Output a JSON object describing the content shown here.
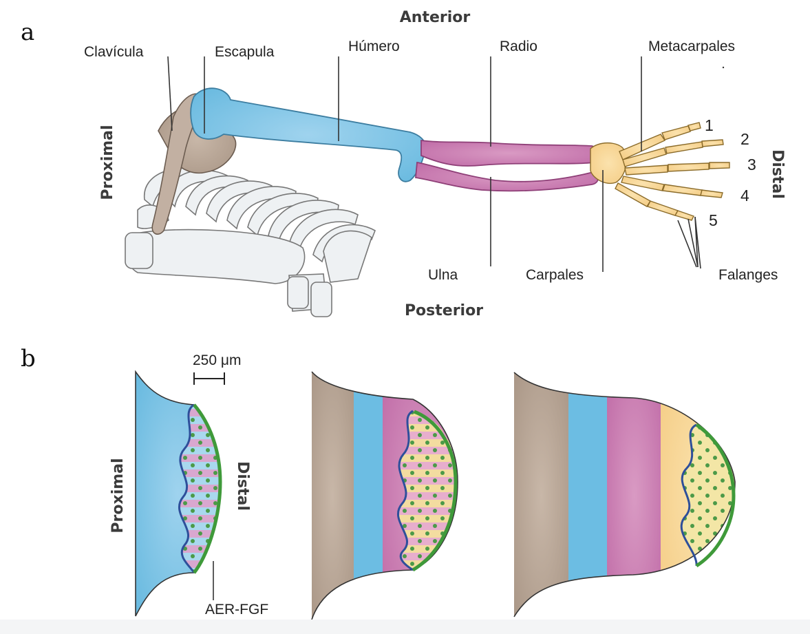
{
  "panel_a": {
    "letter": "a",
    "orientation": {
      "top": "Anterior",
      "bottom": "Posterior",
      "left": "Proximal",
      "right": "Distal"
    },
    "bones": {
      "clavicle": "Clavícula",
      "scapula": "Escapula",
      "humerus": "Húmero",
      "radius": "Radio",
      "metacarpals": "Metacarpales",
      "ulna": "Ulna",
      "carpals": "Carpales",
      "phalanges": "Falanges"
    },
    "digits": [
      "1",
      "2",
      "3",
      "4",
      "5"
    ]
  },
  "panel_b": {
    "letter": "b",
    "scale_bar": "250 μm",
    "left_label": "Proximal",
    "right_label": "Distal",
    "aer_label": "AER-FGF"
  },
  "colors": {
    "scapula": "#c9b8aa",
    "humerus": "#8fcbe6",
    "radius_ulna": "#d98fbe",
    "hand": "#f6dfa0",
    "ribs": "#e8ecef",
    "aer_green": "#3f9a3a",
    "wave_blue": "#2e4f9a"
  }
}
